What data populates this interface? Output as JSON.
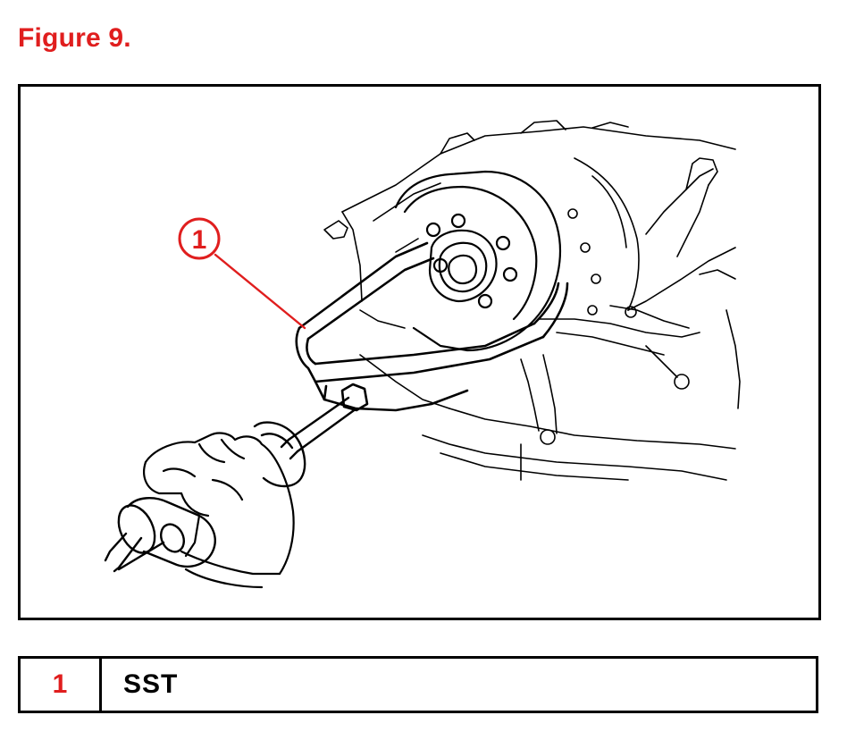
{
  "figure": {
    "title": "Figure 9.",
    "callout_number": "1"
  },
  "legend": {
    "rows": [
      {
        "number": "1",
        "label": "SST"
      }
    ]
  },
  "colors": {
    "callout_red": "#e01e1e",
    "line_black": "#000000"
  }
}
